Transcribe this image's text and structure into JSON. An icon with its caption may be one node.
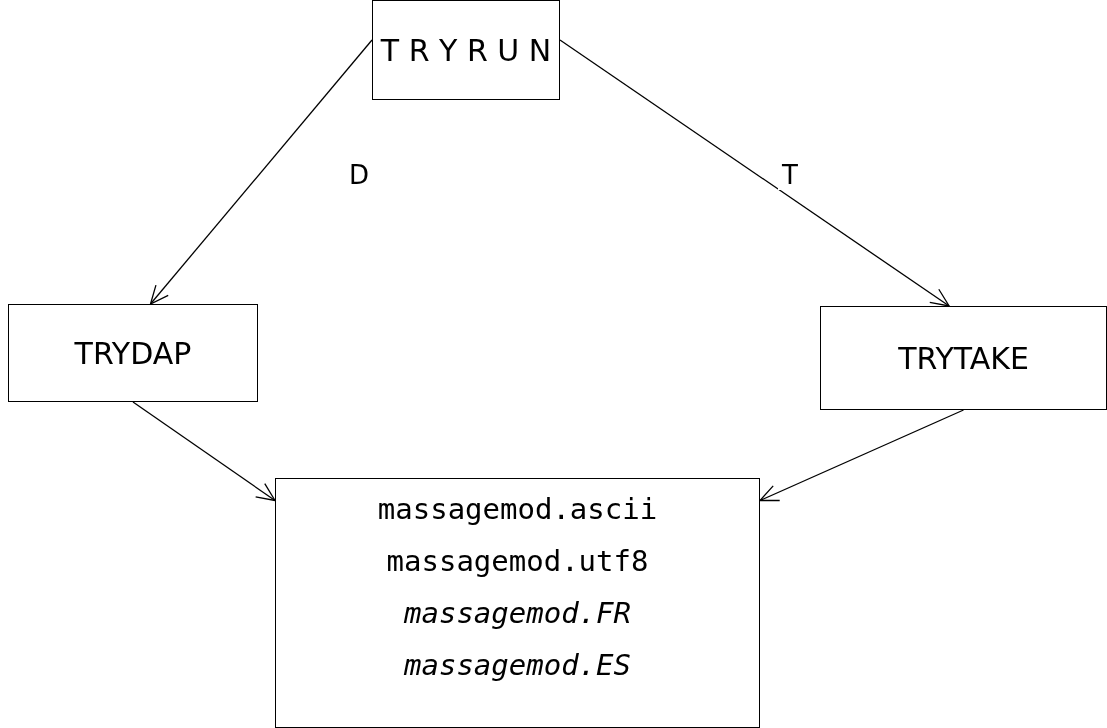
{
  "diagram": {
    "nodes": [
      {
        "text": [
          "T R Y R U N"
        ]
      },
      {
        "text": [
          "TRYDAP"
        ]
      },
      {
        "text": [
          "TRYTAKE"
        ]
      },
      {
        "text": [
          "massagemod.ascii",
          "massagemod.utf8",
          "massagemod.FR",
          "massagemod.ES"
        ]
      }
    ],
    "edges": [
      {
        "from": 0,
        "to": 1,
        "arrow": "to",
        "label": "D"
      },
      {
        "from": 0,
        "to": 2,
        "arrow": "to",
        "label": "T"
      },
      {
        "from": 1,
        "to": 3,
        "arrow": "to"
      },
      {
        "from": 2,
        "to": 3,
        "arrow": "to"
      }
    ]
  }
}
